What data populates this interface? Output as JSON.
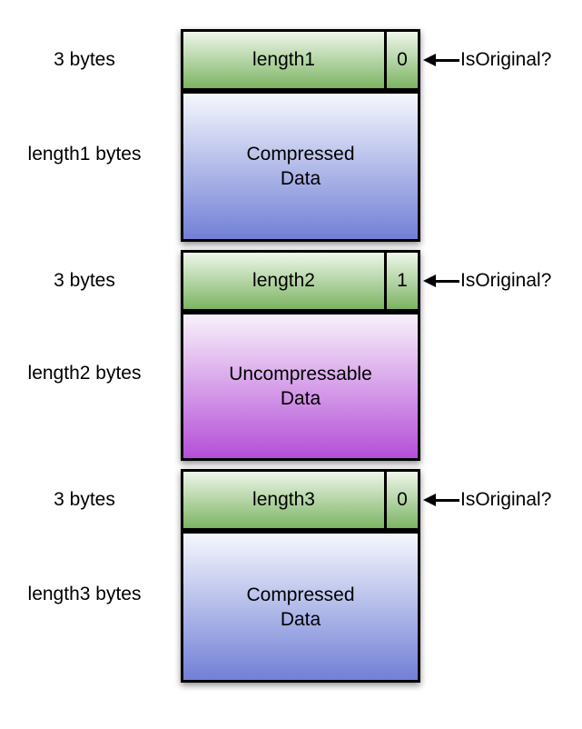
{
  "diagram": {
    "colors": {
      "background": "#ffffff",
      "border": "#000000",
      "header_top": "#eef6ea",
      "header_bottom": "#7cb462",
      "compressed_top": "#f5f7fd",
      "compressed_bottom": "#7280d6",
      "uncompressable_top": "#f9f1fb",
      "uncompressable_bottom": "#b44fd8"
    },
    "blocks": [
      {
        "header_size_label": "3 bytes",
        "length_field": "length1",
        "flag_value": "0",
        "annotation_label": "IsOriginal?",
        "data_size_label": "length1 bytes",
        "data_label": "Compressed\nData",
        "data_kind": "compressed"
      },
      {
        "header_size_label": "3 bytes",
        "length_field": "length2",
        "flag_value": "1",
        "annotation_label": "IsOriginal?",
        "data_size_label": "length2 bytes",
        "data_label": "Uncompressable\nData",
        "data_kind": "uncompressable"
      },
      {
        "header_size_label": "3 bytes",
        "length_field": "length3",
        "flag_value": "0",
        "annotation_label": "IsOriginal?",
        "data_size_label": "length3 bytes",
        "data_label": "Compressed\nData",
        "data_kind": "compressed"
      }
    ]
  }
}
